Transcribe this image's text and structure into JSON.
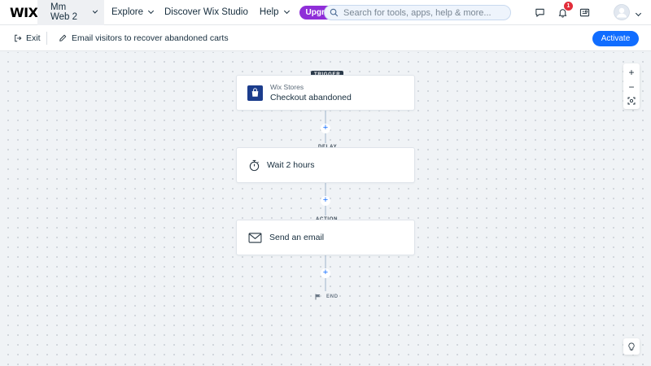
{
  "topbar": {
    "logo": "WIX",
    "site_name": "Mm Web 2",
    "nav": [
      {
        "label": "Explore",
        "has_chevron": true
      },
      {
        "label": "Discover Wix Studio",
        "has_chevron": false
      },
      {
        "label": "Help",
        "has_chevron": true
      }
    ],
    "upgrade_label": "Upgrade",
    "search_placeholder": "Search for tools, apps, help & more...",
    "notification_count": "1",
    "icons": [
      "search-icon",
      "chat-icon",
      "bell-icon",
      "inbox-icon",
      "avatar",
      "chevron-down-icon"
    ]
  },
  "subbar": {
    "exit_label": "Exit",
    "automation_title": "Email visitors to recover abandoned carts",
    "activate_label": "Activate"
  },
  "flow": {
    "trigger": {
      "tag": "TRIGGER",
      "app": "Wix Stores",
      "event": "Checkout abandoned"
    },
    "delay": {
      "tag": "DELAY",
      "label": "Wait 2 hours"
    },
    "action": {
      "tag": "ACTION",
      "label": "Send an email"
    },
    "end_label": "END"
  },
  "canvas_controls": {
    "zoom_in": "+",
    "zoom_out": "−"
  },
  "colors": {
    "accent": "#116dff",
    "upgrade": "#8f2ed8",
    "badge": "#e22d3a",
    "tag_dark": "#2b3a4a",
    "store_icon": "#1b3c8c"
  }
}
